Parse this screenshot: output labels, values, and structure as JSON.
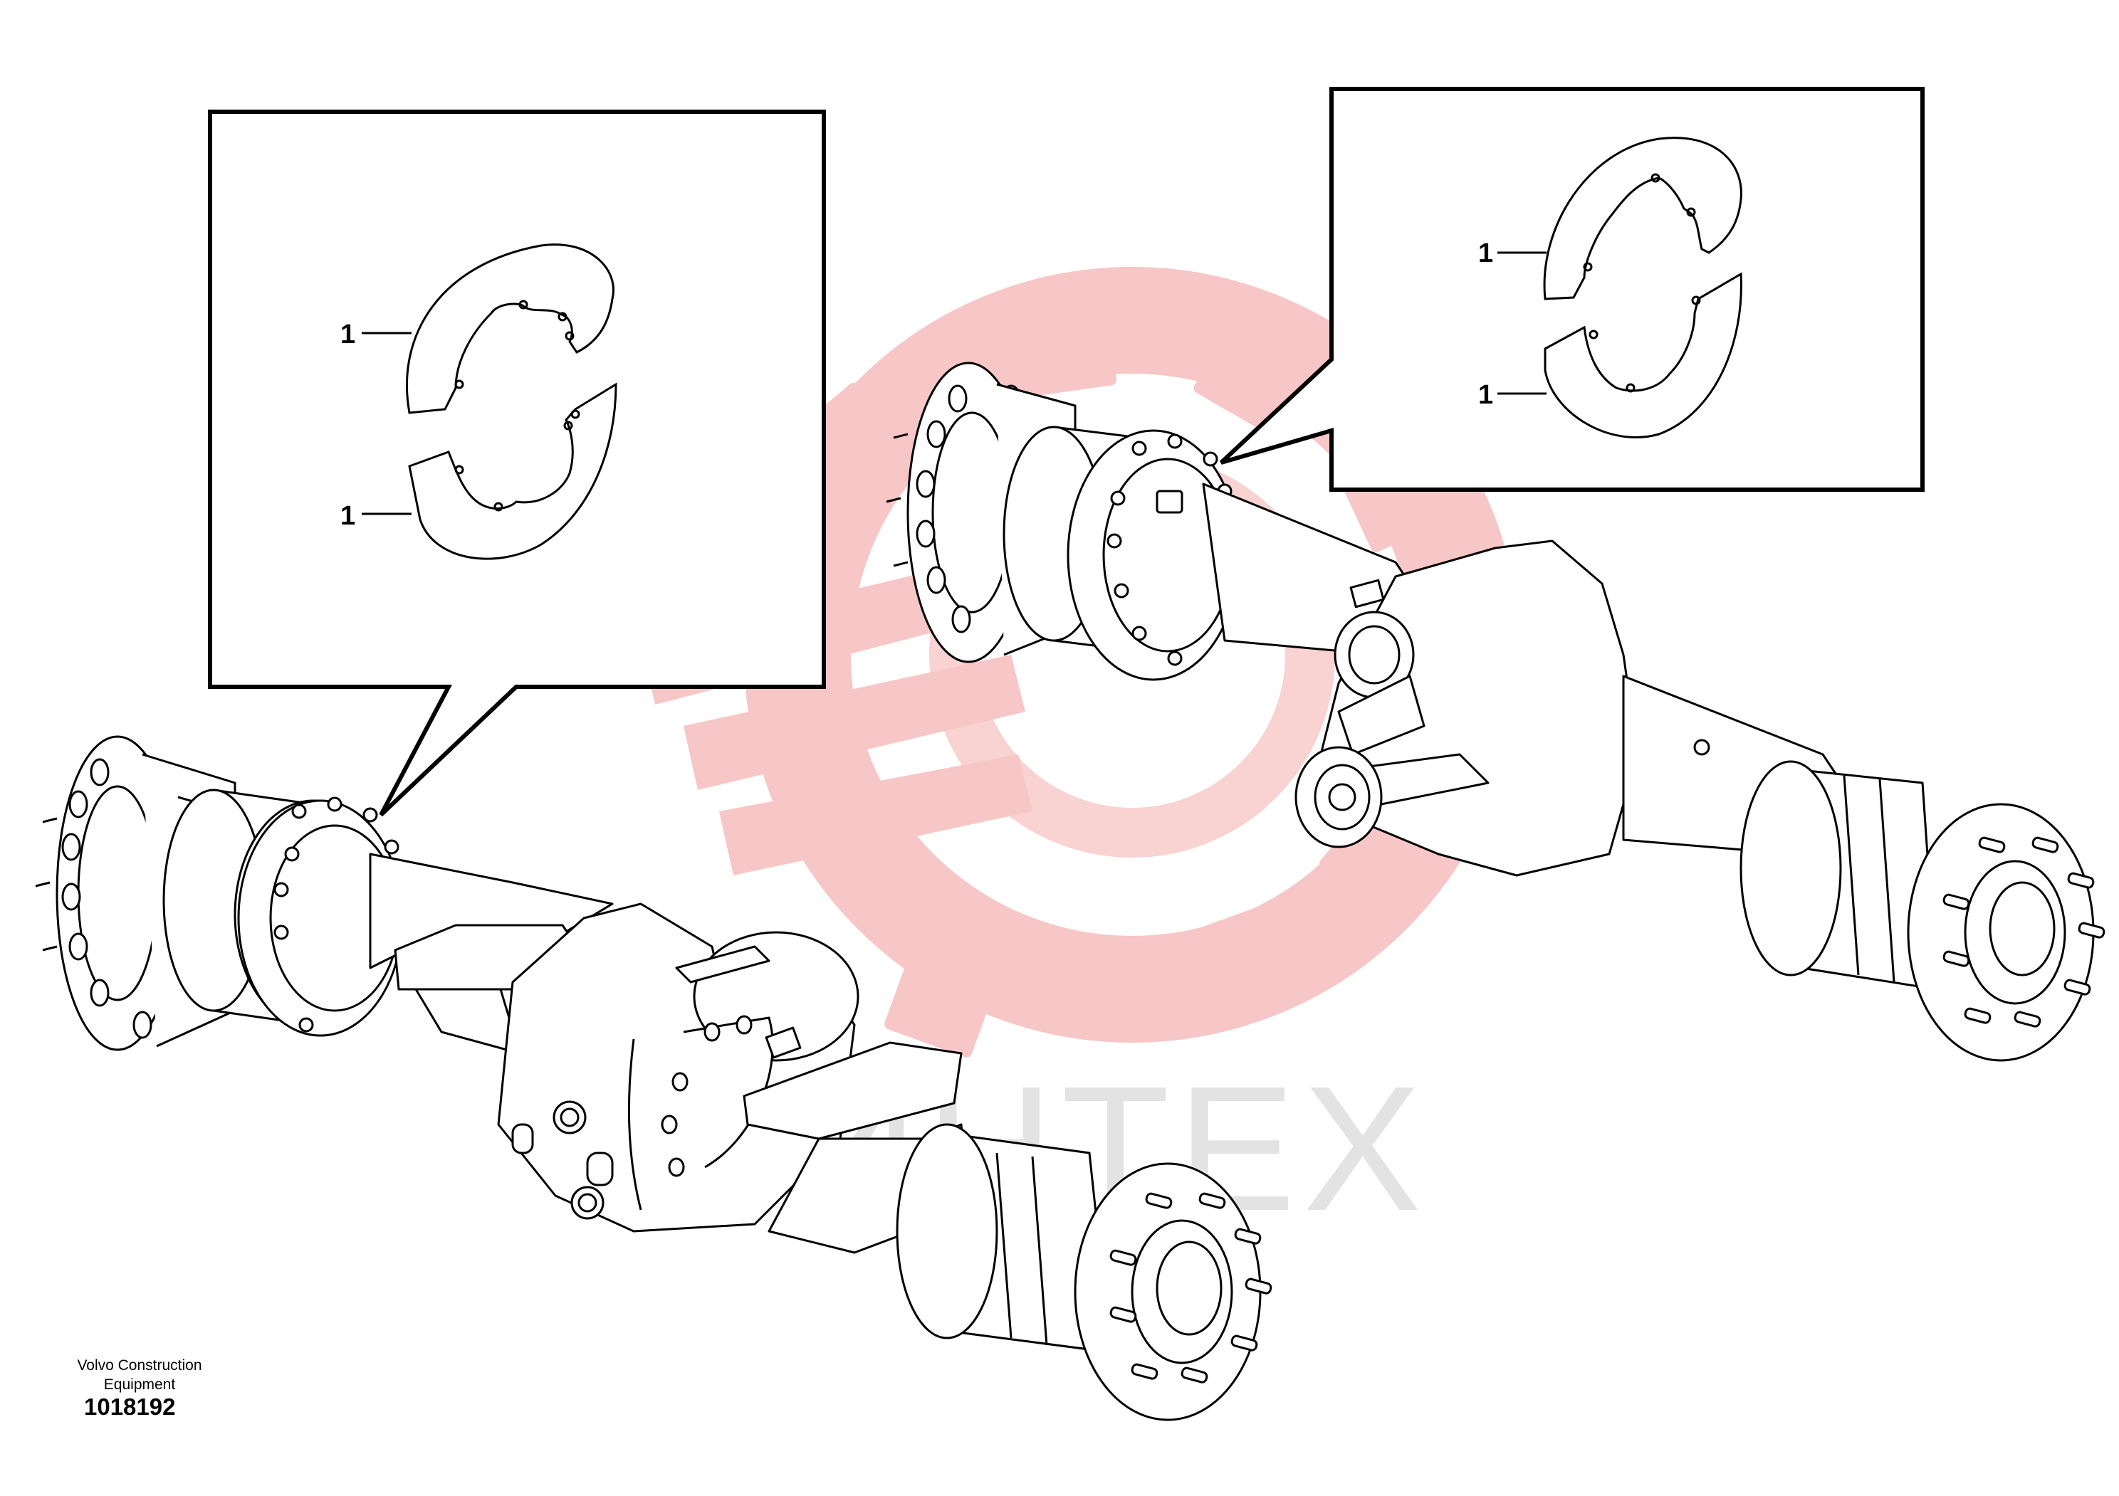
{
  "drawing": {
    "manufacturer": "Volvo Construction Equipment",
    "manufacturer_line1": "Volvo Construction",
    "manufacturer_line2": "Equipment",
    "drawing_number": "1018192"
  },
  "watermark": {
    "text": "ИНТЕХ",
    "color": "#f6c2c2",
    "text_color": "#e3e3e3"
  },
  "callouts": {
    "left": {
      "top_label": "1",
      "bottom_label": "1"
    },
    "right": {
      "top_label": "1",
      "bottom_label": "1"
    }
  },
  "colors": {
    "line": "#000000",
    "background": "#ffffff"
  }
}
